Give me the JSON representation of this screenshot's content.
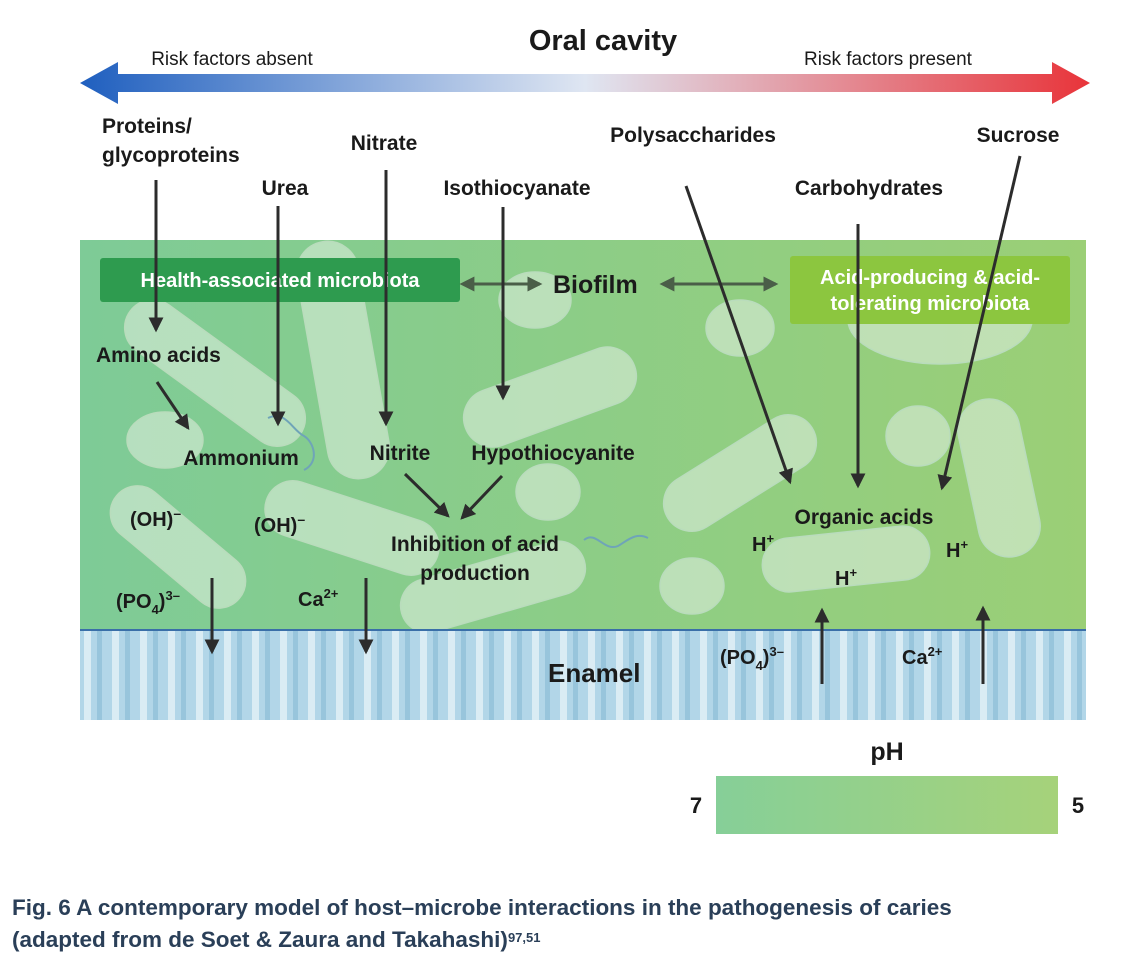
{
  "title": "Oral cavity",
  "scale": {
    "left_label": "Risk factors absent",
    "right_label": "Risk factors present",
    "color_absent": "#1f5fbf",
    "color_present": "#e8343a"
  },
  "inputs": {
    "proteins_line1": "Proteins/",
    "proteins_line2": "glycoproteins",
    "urea": "Urea",
    "nitrate": "Nitrate",
    "isothiocyanate": "Isothiocyanate",
    "polysaccharides": "Polysaccharides",
    "carbohydrates": "Carbohydrates",
    "sucrose": "Sucrose"
  },
  "biofilm": {
    "label": "Biofilm",
    "health_box": "Health-associated microbiota",
    "acid_box_line1": "Acid-producing & acid-",
    "acid_box_line2": "tolerating microbiota",
    "health_box_color": "#2e9b4f",
    "acid_box_color": "#8cc63f"
  },
  "products": {
    "amino_acids": "Amino acids",
    "ammonium": "Ammonium",
    "nitrite": "Nitrite",
    "hypothiocyanite": "Hypothiocyanite",
    "inhibition_line1": "Inhibition of acid",
    "inhibition_line2": "production",
    "organic_acids": "Organic acids",
    "oh_base": "(OH)",
    "oh_sup": "–",
    "po4_open": "(PO",
    "po4_sub": "4",
    "po4_close": ")",
    "po4_sup": "3–",
    "ca_base": "Ca",
    "ca_sup": "2+",
    "h_base": "H",
    "h_sup": "+"
  },
  "enamel": {
    "label": "Enamel"
  },
  "ph": {
    "label": "pH",
    "left_value": "7",
    "right_value": "5",
    "color_left": "#86cf98",
    "color_right": "#a6d27a"
  },
  "caption": {
    "line1": "Fig. 6  A contemporary model of host–microbe interactions in the pathogenesis of caries",
    "line2": "(adapted from de Soet & Zaura and Takahashi)",
    "refs": "97,51"
  }
}
